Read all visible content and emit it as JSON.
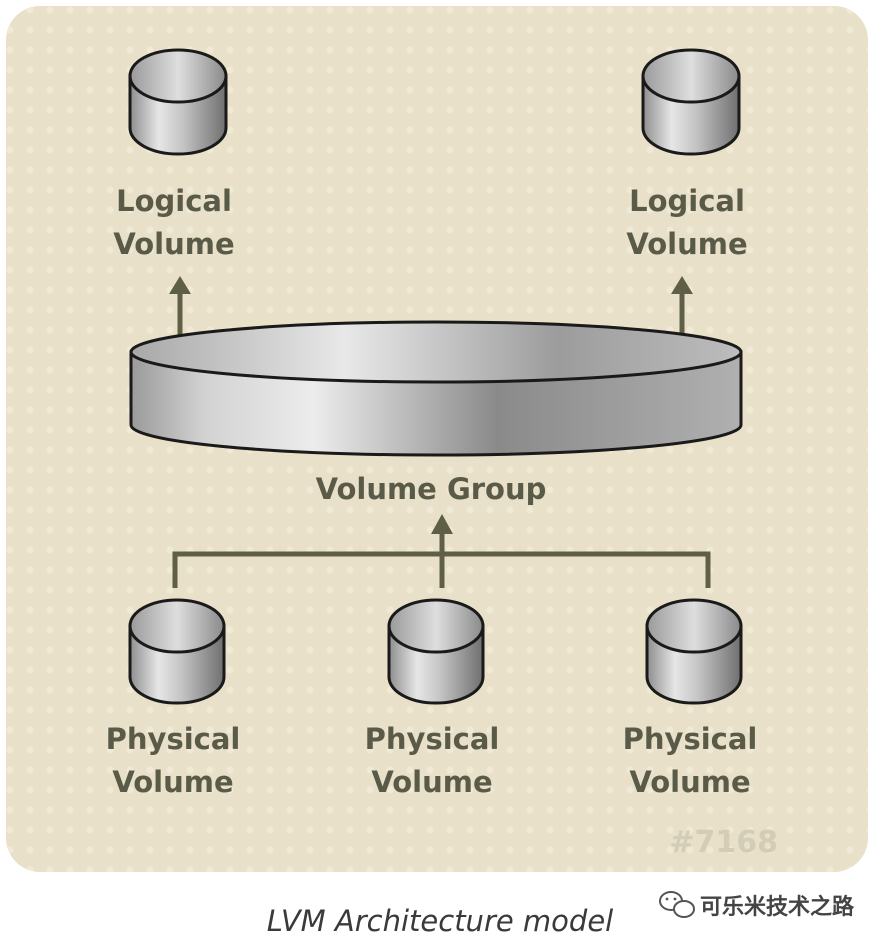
{
  "diagram": {
    "logical_volumes": [
      {
        "line1": "Logical",
        "line2": "Volume"
      },
      {
        "line1": "Logical",
        "line2": "Volume"
      }
    ],
    "volume_group": {
      "label": "Volume Group"
    },
    "physical_volumes": [
      {
        "line1": "Physical",
        "line2": "Volume"
      },
      {
        "line1": "Physical",
        "line2": "Volume"
      },
      {
        "line1": "Physical",
        "line2": "Volume"
      }
    ],
    "figure_id": "#7168"
  },
  "caption": "LVM Architecture model",
  "watermark": {
    "text": "可乐米技术之路",
    "icon": "wechat-icon"
  },
  "colors": {
    "panel_bg": "#e8e0c8",
    "connector": "#5f5f48",
    "label": "#5a5a48"
  }
}
